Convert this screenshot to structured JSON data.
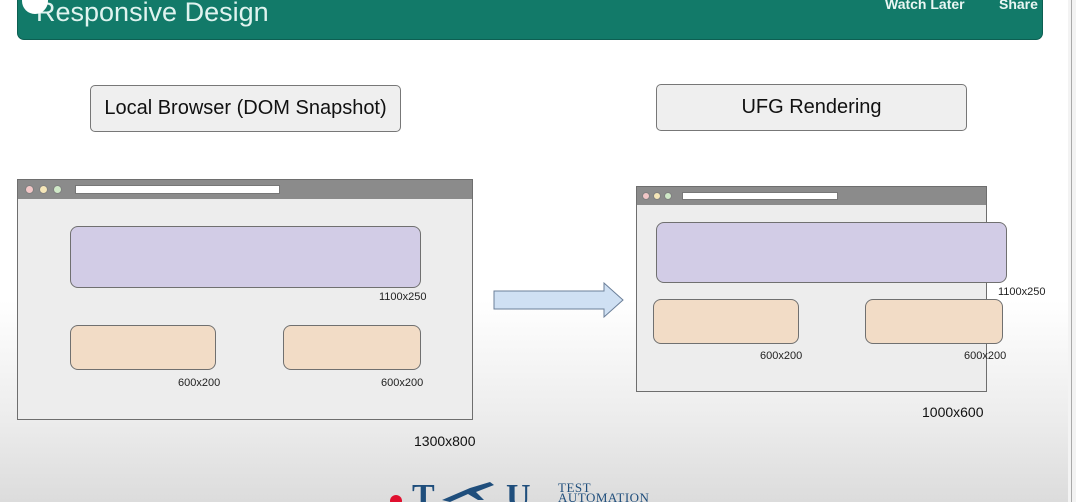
{
  "header": {
    "title": "Responsive Design",
    "actions": [
      "Watch Later",
      "Share"
    ]
  },
  "labels": {
    "left": "Local Browser (DOM Snapshot)",
    "right": "UFG Rendering"
  },
  "left_browser": {
    "banner_dim": "1100x250",
    "card1_dim": "600x200",
    "card2_dim": "600x200",
    "size": "1300x800"
  },
  "right_browser": {
    "banner_dim": "1100x250",
    "card1_dim": "600x200",
    "card2_dim": "600x200",
    "size": "1000x600"
  },
  "logo": {
    "line1": "TEST",
    "line2": "AUTOMATION"
  },
  "colors": {
    "header": "#127a69",
    "purple_block": "#d2cce6",
    "peach_block": "#f2dcc6",
    "arrow": "#cfe0f3"
  }
}
